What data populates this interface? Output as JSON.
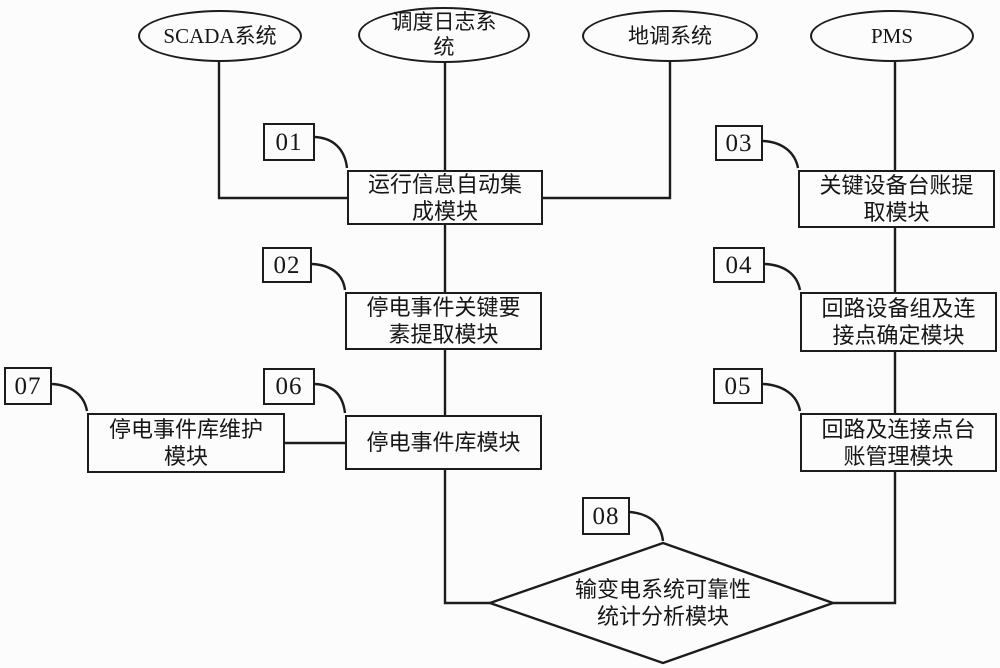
{
  "figure": {
    "background": "#fcfcfc",
    "line_color": "#1c1c1c",
    "sources": [
      {
        "label": "SCADA系统"
      },
      {
        "label": "调度日志系统"
      },
      {
        "label": "地调系统"
      },
      {
        "label": "PMS"
      }
    ],
    "modules": [
      {
        "num": "01",
        "label": "运行信息自动集成模块"
      },
      {
        "num": "02",
        "label": "停电事件关键要素提取模块"
      },
      {
        "num": "03",
        "label": "关键设备台账提取模块"
      },
      {
        "num": "04",
        "label": "回路设备组及连接点确定模块"
      },
      {
        "num": "05",
        "label": "回路及连接点台账管理模块"
      },
      {
        "num": "06",
        "label": "停电事件库模块"
      },
      {
        "num": "07",
        "label": "停电事件库维护模块"
      },
      {
        "num": "08",
        "label": "输变电系统可靠性统计分析模块"
      }
    ]
  }
}
